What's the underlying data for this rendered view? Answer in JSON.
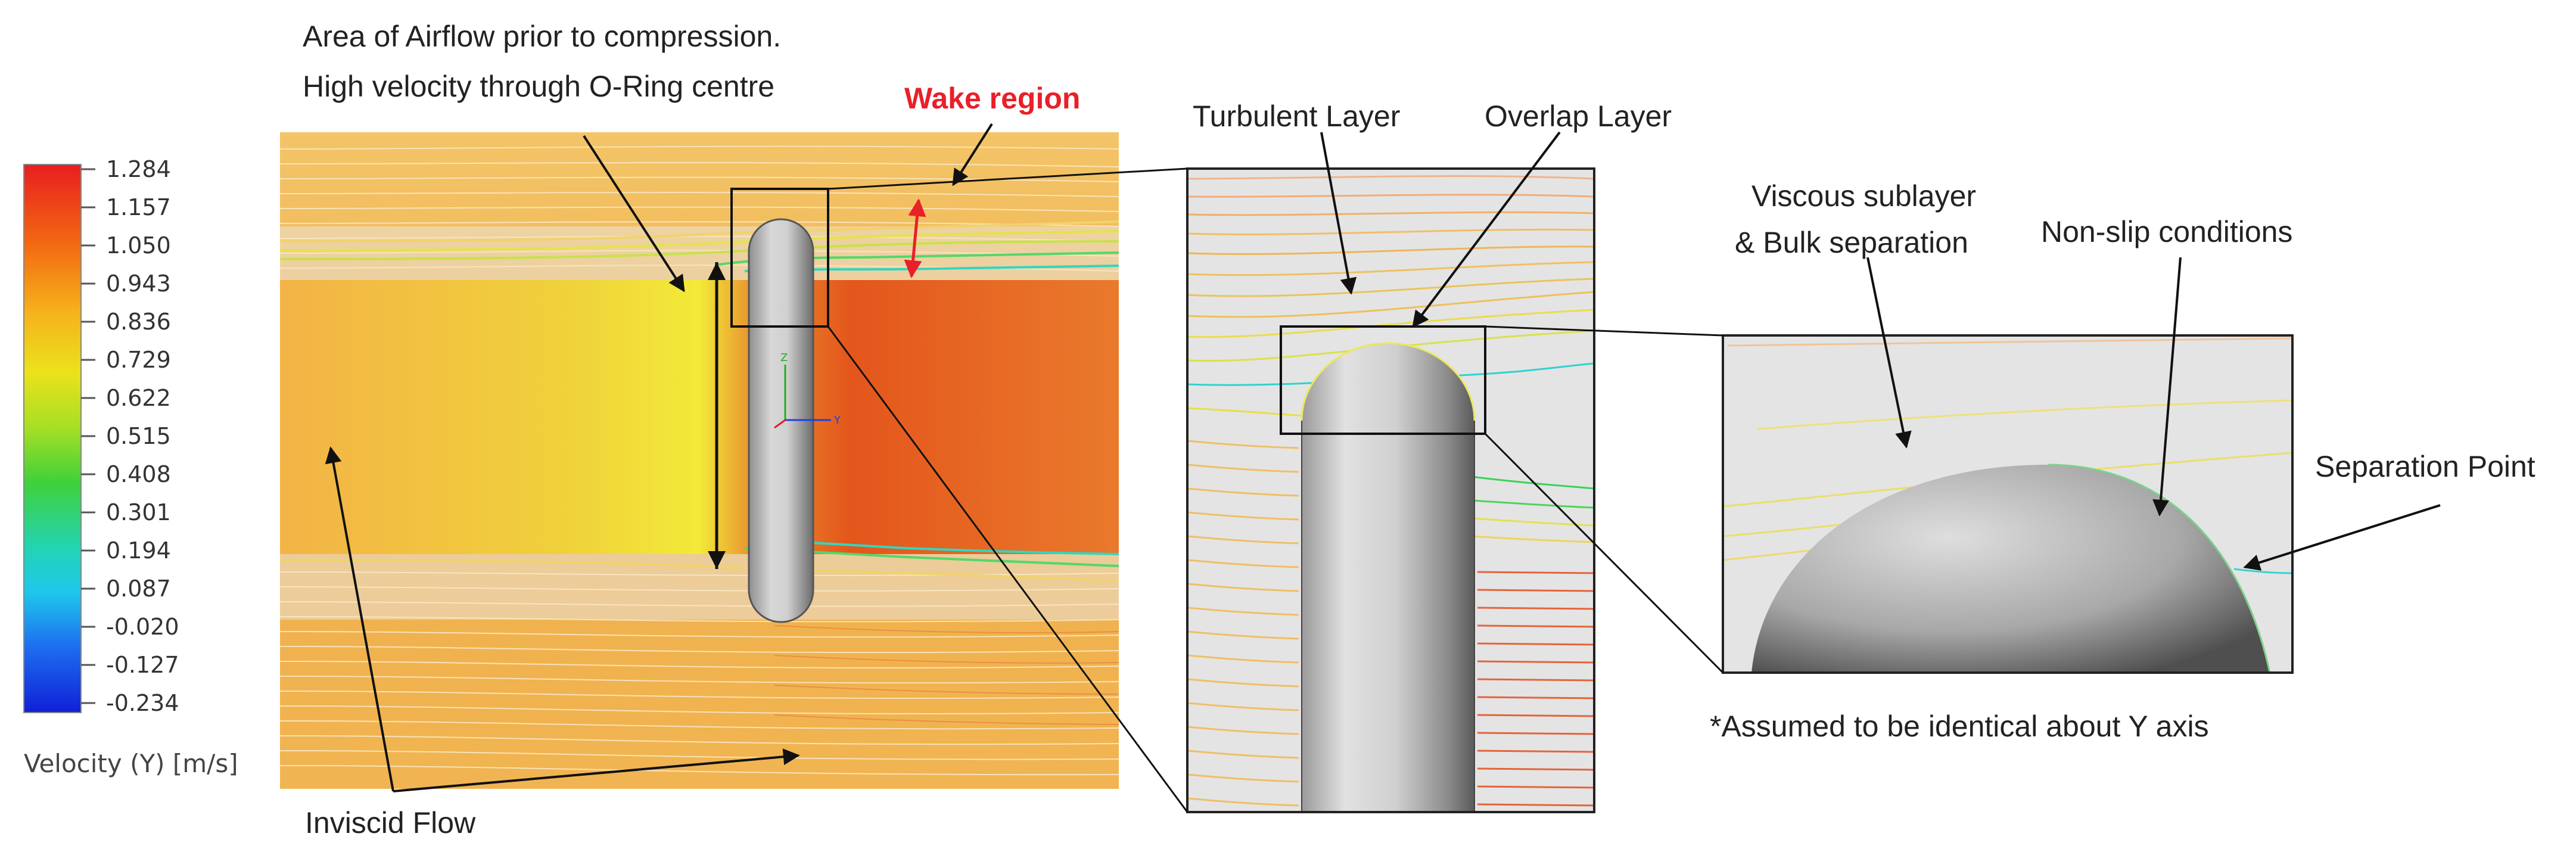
{
  "legend": {
    "title": "Velocity (Y) [m/s]",
    "values": [
      "1.284",
      "1.157",
      "1.050",
      "0.943",
      "0.836",
      "0.729",
      "0.622",
      "0.515",
      "0.408",
      "0.301",
      "0.194",
      "0.087",
      "-0.020",
      "-0.127",
      "-0.234"
    ]
  },
  "annotations": {
    "airflow_line1": "Area of Airflow prior to compression.",
    "airflow_line2": "High velocity through O-Ring centre",
    "wake": "Wake region",
    "turbulent": "Turbulent Layer",
    "overlap": "Overlap Layer",
    "viscous_line1": "Viscous sublayer",
    "viscous_line2": "& Bulk separation",
    "nonslip": "Non-slip conditions",
    "separation": "Separation Point",
    "inviscid": "Inviscid Flow",
    "assumed": "*Assumed to be identical about Y axis"
  },
  "axis_triad": {
    "z": "Z",
    "y": "Y"
  },
  "colors": {
    "wake_red": "#e8202a",
    "inflow_yellow": "#f2ee3a",
    "outflow_red": "#e2541e",
    "field_orange": "#efb04a",
    "cylinder_grey": "#b9b9b9"
  }
}
